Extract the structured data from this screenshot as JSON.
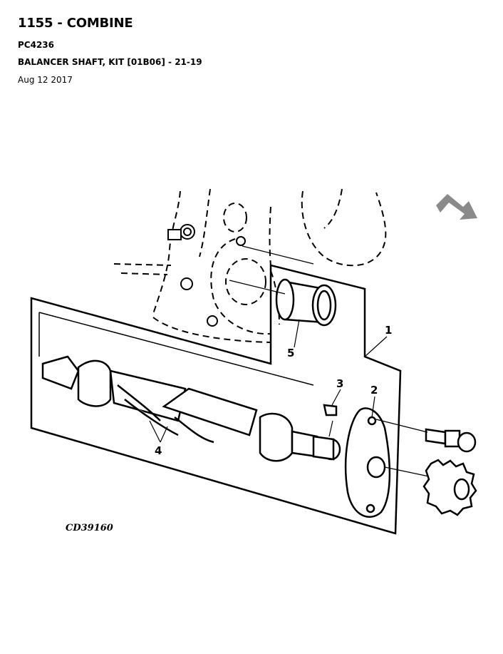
{
  "header": {
    "title": "1155 - COMBINE",
    "doc_code": "PC4236",
    "subtitle": "BALANCER SHAFT, KIT [01B06] - 21-19",
    "date": "Aug 12 2017"
  },
  "figure": {
    "code": "CD39160",
    "callouts": [
      "1",
      "2",
      "3",
      "4",
      "5"
    ],
    "arrow_color": "#8a8a8a"
  }
}
